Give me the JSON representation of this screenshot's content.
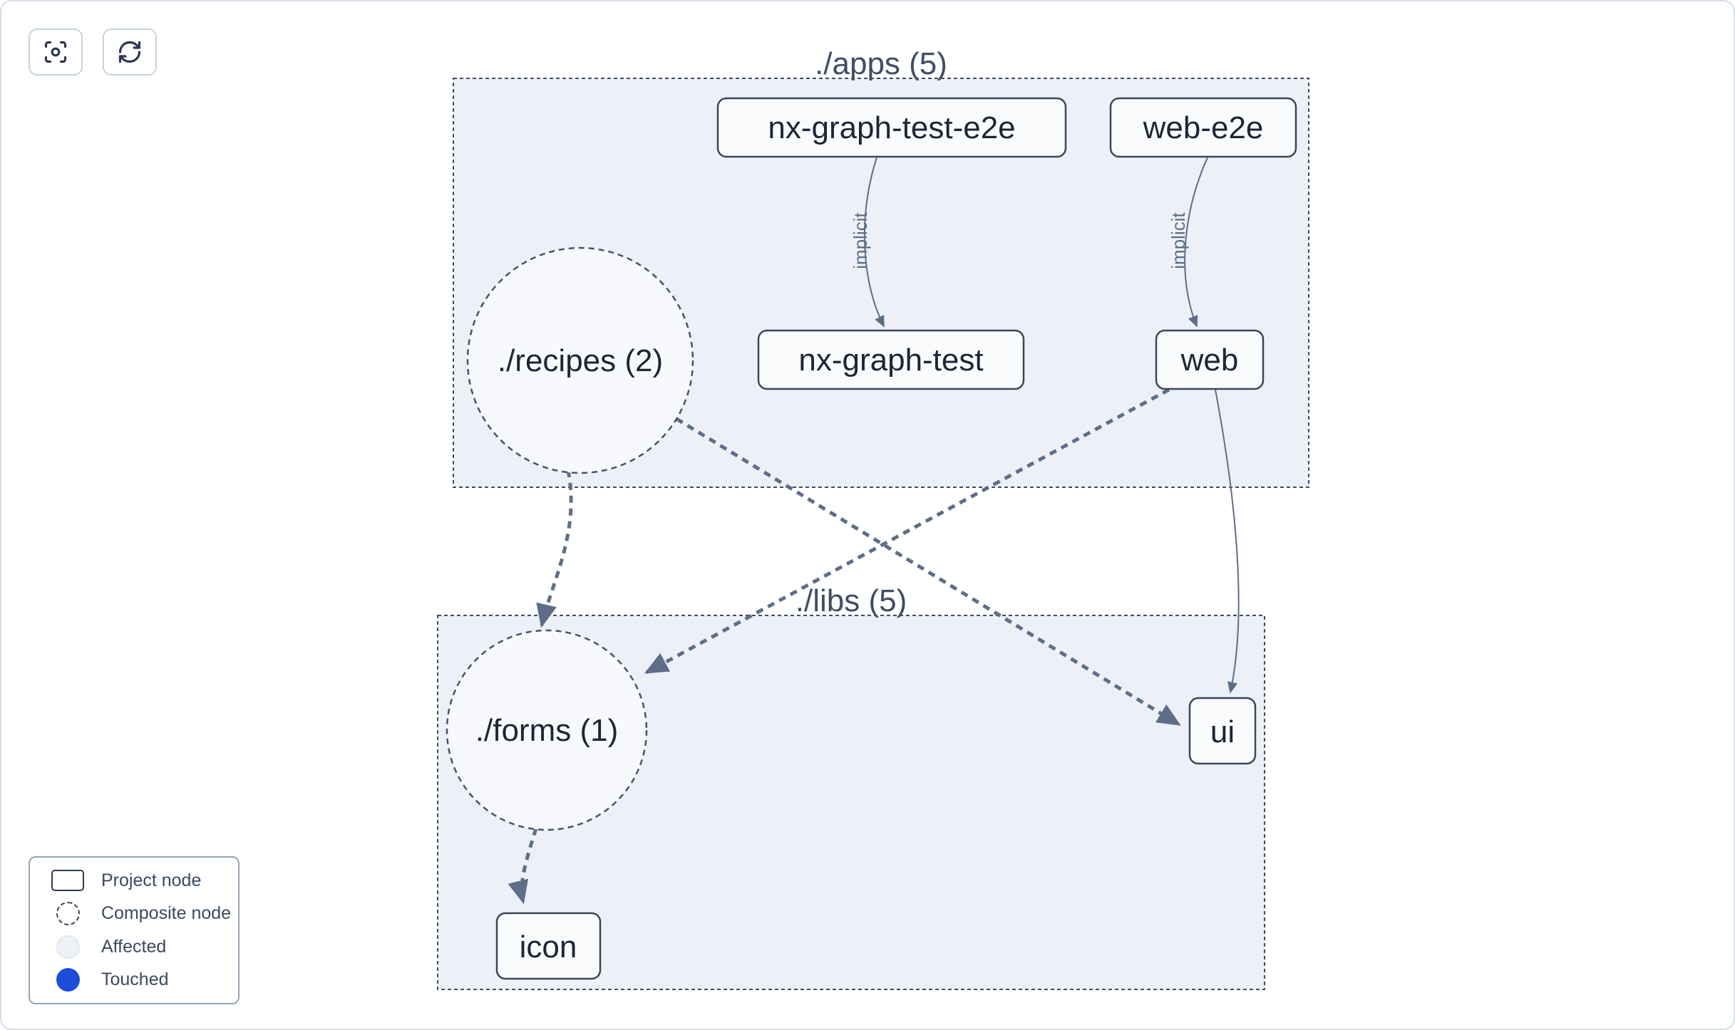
{
  "toolbar": {
    "buttons": [
      {
        "icon": "focus-icon"
      },
      {
        "icon": "refresh-icon"
      }
    ]
  },
  "graph": {
    "groups": [
      {
        "label": "./apps (5)"
      },
      {
        "label": "./libs (5)"
      }
    ],
    "composites": [
      {
        "label": "./recipes (2)"
      },
      {
        "label": "./forms (1)"
      }
    ],
    "projects": [
      {
        "label": "nx-graph-test-e2e"
      },
      {
        "label": "web-e2e"
      },
      {
        "label": "nx-graph-test"
      },
      {
        "label": "web"
      },
      {
        "label": "ui"
      },
      {
        "label": "icon"
      }
    ],
    "edges": [
      {
        "source": "nx-graph-test-e2e",
        "target": "nx-graph-test",
        "label": "implicit",
        "style": "thin-solid-curve"
      },
      {
        "source": "web-e2e",
        "target": "web",
        "label": "implicit",
        "style": "thin-solid-curve"
      },
      {
        "source": "./recipes (2)",
        "target": "./forms (1)",
        "style": "thick-dashed"
      },
      {
        "source": "./recipes (2)",
        "target": "ui",
        "style": "thick-dashed"
      },
      {
        "source": "web",
        "target": "./forms (1)",
        "style": "thick-dashed"
      },
      {
        "source": "web",
        "target": "ui",
        "style": "thin-solid-curve"
      },
      {
        "source": "./forms (1)",
        "target": "icon",
        "style": "thick-dashed"
      }
    ]
  },
  "legend": {
    "items": [
      {
        "swatch": "project-node-swatch",
        "label": "Project node"
      },
      {
        "swatch": "composite-node-swatch",
        "label": "Composite node"
      },
      {
        "swatch": "affected-swatch",
        "label": "Affected"
      },
      {
        "swatch": "touched-swatch",
        "label": "Touched"
      }
    ]
  },
  "colors": {
    "touched_blue": "#1d4ed8",
    "group_fill": "#edf1f7",
    "node_fill": "#fafbfd",
    "edge": "#5e6e89",
    "node_border": "#3b465c",
    "text_dark": "#1c2637",
    "card_border": "#d8deea"
  }
}
